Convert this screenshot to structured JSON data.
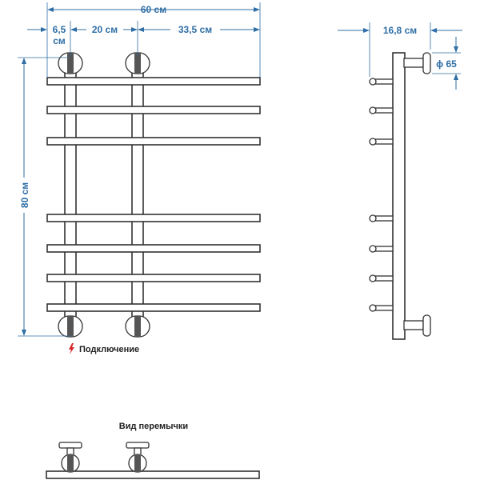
{
  "colors": {
    "dimension": "#2f6ea5",
    "outline": "#333333",
    "connection_icon": "#d7262b"
  },
  "dimensions": {
    "total_width": "60 см",
    "offset_left_value": "6,5",
    "offset_left_unit": "см",
    "pipe_spacing": "20 см",
    "right_part": "33,5 см",
    "height": "80 см",
    "depth": "16,8 см",
    "diameter": "ϕ 65"
  },
  "labels": {
    "connection": "Подключение",
    "jumper_view": "Вид перемычки"
  },
  "icons": {
    "connection": "lightning-bolt-icon"
  }
}
